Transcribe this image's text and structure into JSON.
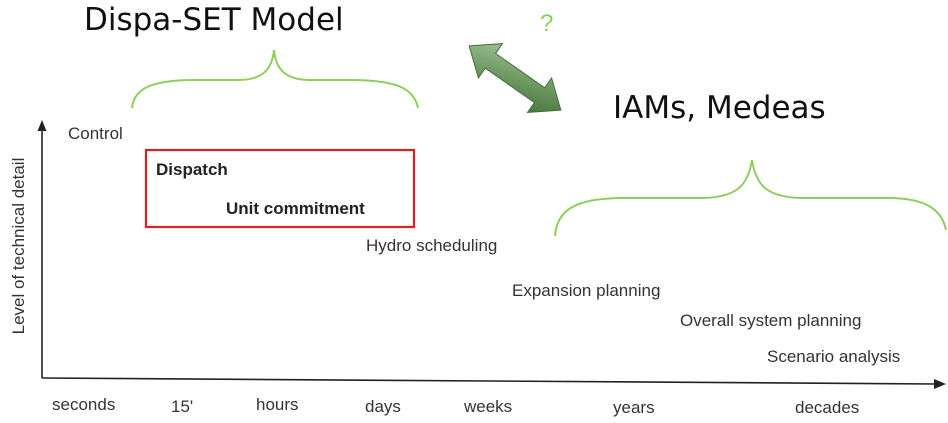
{
  "titles": {
    "left_model": "Dispa-SET Model",
    "right_model": "IAMs, Medeas",
    "question": "?"
  },
  "y_axis_label": "Level of technical detail",
  "x_axis_ticks": [
    "seconds",
    "15'",
    "hours",
    "days",
    "weeks",
    "years",
    "decades"
  ],
  "activities": {
    "control": "Control",
    "dispatch": "Dispatch",
    "unit_commitment": "Unit commitment",
    "hydro_scheduling": "Hydro scheduling",
    "expansion_planning": "Expansion planning",
    "overall_system_planning": "Overall system planning",
    "scenario_analysis": "Scenario analysis"
  },
  "colors": {
    "bracket": "#8fce5a",
    "highlight_box": "#e02020",
    "arrow": "#5e8a52",
    "question": "#8fce5a",
    "axis": "#222222"
  },
  "icons": {
    "link_arrow": "double-headed-arrow-icon"
  }
}
